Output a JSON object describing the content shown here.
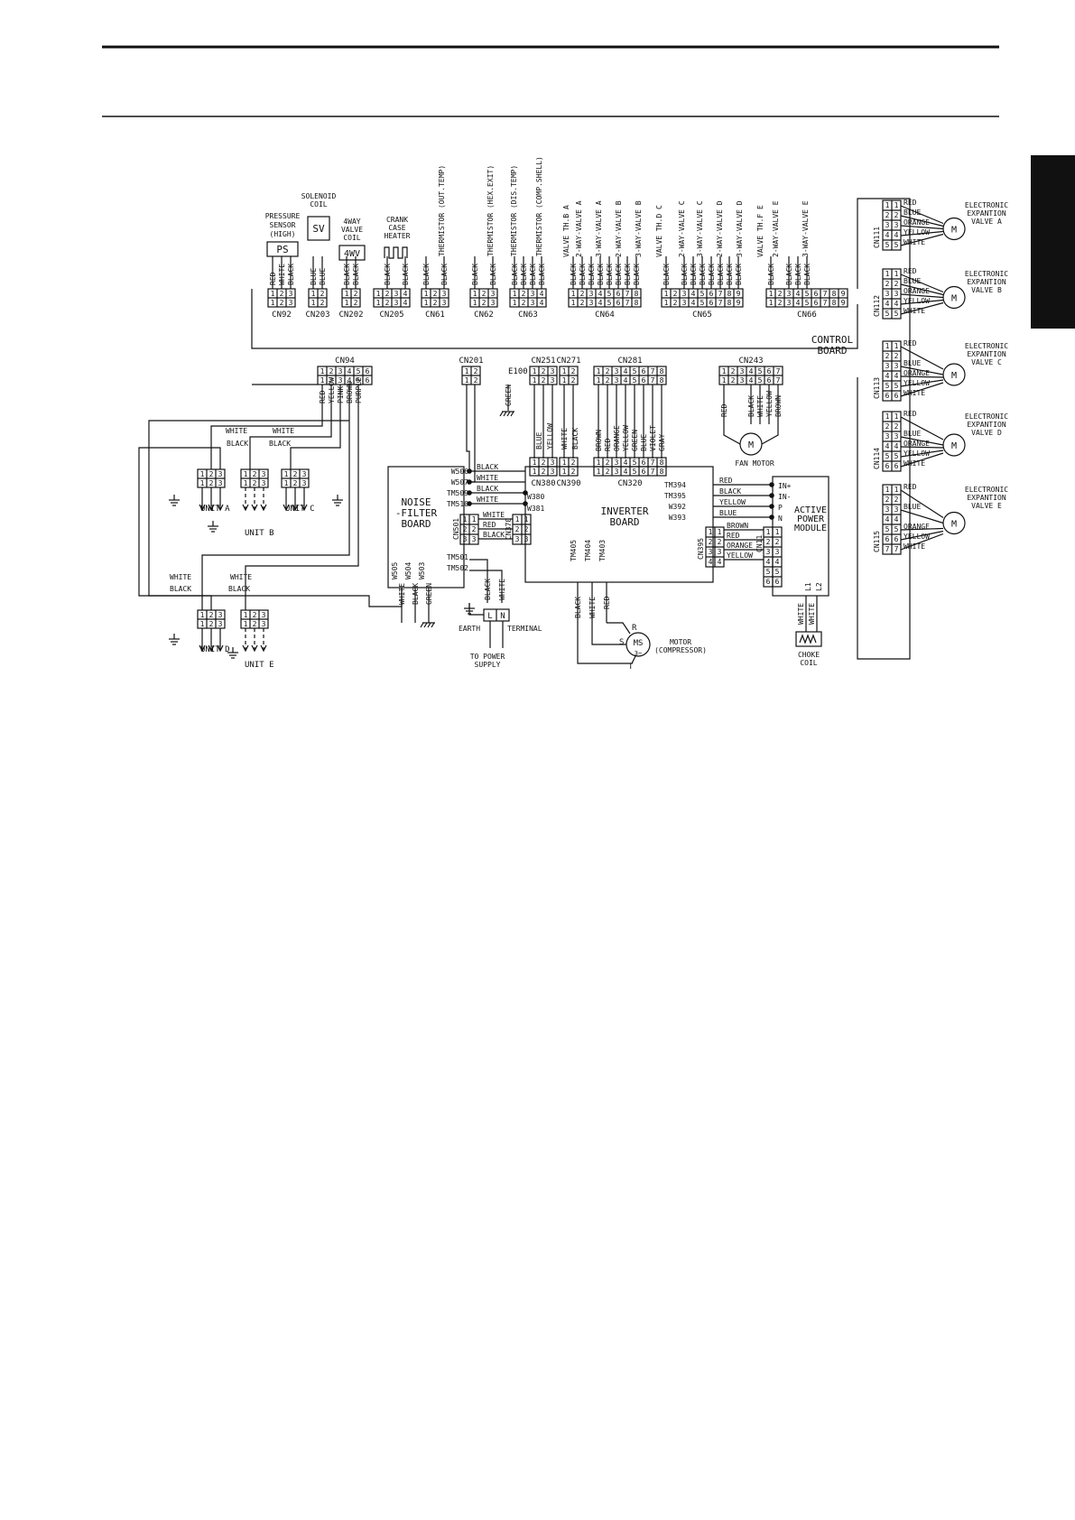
{
  "colors": {
    "ink": "#111111",
    "paper": "#ffffff",
    "tab": "#111111"
  },
  "header_rules": true,
  "blocks": {
    "control_board": [
      "CONTROL",
      "BOARD"
    ],
    "inverter_board": [
      "INVERTER",
      "BOARD"
    ],
    "noise_filter_board": [
      "NOISE",
      "-FILTER",
      "BOARD"
    ],
    "active_power_module": [
      "ACTIVE",
      "POWER",
      "MODULE"
    ]
  },
  "top_components": {
    "pressure_sensor": [
      "PRESSURE",
      "SENSOR",
      "(HIGH)"
    ],
    "pressure_sensor_box": "PS",
    "solenoid_coil": [
      "SOLENOID",
      "COIL"
    ],
    "solenoid_box": "SV",
    "fourway": [
      "4WAY",
      "VALVE",
      "COIL"
    ],
    "fourway_box": "4WV",
    "crank": [
      "CRANK",
      "CASE",
      "HEATER"
    ]
  },
  "connectors": {
    "cn92": "CN92",
    "cn203": "CN203",
    "cn202": "CN202",
    "cn205": "CN205",
    "cn61": "CN61",
    "cn62": "CN62",
    "cn63": "CN63",
    "cn64": "CN64",
    "cn65": "CN65",
    "cn66": "CN66",
    "cn94": "CN94",
    "cn201": "CN201",
    "e100": "E100",
    "cn251": "CN251",
    "cn271": "CN271",
    "cn281": "CN281",
    "cn243": "CN243",
    "cn380": "CN380",
    "cn390": "CN390",
    "cn320": "CN320",
    "cn501": "CN501",
    "cn370": "CN370",
    "cn395": "CN395",
    "cn11": "CN11",
    "cn111": "CN111",
    "cn112": "CN112",
    "cn113": "CN113",
    "cn114": "CN114",
    "cn115": "CN115"
  },
  "vertical_labels": {
    "th_out": "THERMISTOR (OUT.TEMP)",
    "th_hex": "THERMISTOR (HEX.EXIT)",
    "th_dis": "THERMISTOR (DIS.TEMP)",
    "th_comp": "THERMISTOR (COMP.SHELL)",
    "v_thba": "VALVE TH.B A",
    "v2a": "2-WAY-VALVE A",
    "v3a": "3-WAY-VALVE A",
    "v2b": "2-WAY-VALVE B",
    "v3b": "3-WAY-VALVE B",
    "v_thdc": "VALVE TH.D C",
    "v2c": "2-WAY-VALVE C",
    "v3c": "3-WAY-VALVE C",
    "v2d": "2-WAY-VALVE D",
    "v3d": "3-WAY-VALVE D",
    "v_thfe": "VALVE TH.F E",
    "v2e": "2-WAY-VALVE E",
    "v3e": "3-WAY-VALVE E"
  },
  "wires": {
    "red": "RED",
    "white": "WHITE",
    "black": "BLACK",
    "blue": "BLUE",
    "yellow": "YELLOW",
    "pink": "PINK",
    "brown": "BROWN",
    "purple": "PURPLE",
    "green": "GREEN",
    "orange": "ORANGE",
    "violet": "VIOLET",
    "gray": "GRAY"
  },
  "terminals": {
    "w506": "W506",
    "w507": "W507",
    "tm509": "TM509",
    "tm510": "TM510",
    "w380": "W380",
    "w381": "W381",
    "w505": "W505",
    "w504": "W504",
    "w503": "W503",
    "tm501": "TM501",
    "tm502": "TM502",
    "tm394": "TM394",
    "tm395": "TM395",
    "w392": "W392",
    "w393": "W393",
    "tm405": "TM405",
    "tm404": "TM404",
    "tm403": "TM403",
    "in_plus": "IN+",
    "in_minus": "IN-",
    "p": "P",
    "n": "N",
    "l1": "L1",
    "l2": "L2"
  },
  "units": {
    "a": "UNIT A",
    "b": "UNIT B",
    "c": "UNIT C",
    "d": "UNIT D",
    "e": "UNIT E"
  },
  "misc": {
    "fan_motor": "FAN MOTOR",
    "motor": [
      "MOTOR",
      "(COMPRESSOR)"
    ],
    "earth": "EARTH",
    "terminal": "TERMINAL",
    "power": [
      "TO POWER",
      "SUPPLY"
    ],
    "choke": [
      "CHOKE",
      "COIL"
    ],
    "l": "L",
    "n": "N",
    "r": "R",
    "s": "S",
    "t": "T",
    "m": "M",
    "ms": "MS",
    "ms3": "3~"
  },
  "exp_valves": [
    {
      "title": [
        "ELECTRONIC",
        "EXPANTION",
        "VALVE A"
      ]
    },
    {
      "title": [
        "ELECTRONIC",
        "EXPANTION",
        "VALVE B"
      ]
    },
    {
      "title": [
        "ELECTRONIC",
        "EXPANTION",
        "VALVE C"
      ]
    },
    {
      "title": [
        "ELECTRONIC",
        "EXPANTION",
        "VALVE D"
      ]
    },
    {
      "title": [
        "ELECTRONIC",
        "EXPANTION",
        "VALVE E"
      ]
    }
  ]
}
